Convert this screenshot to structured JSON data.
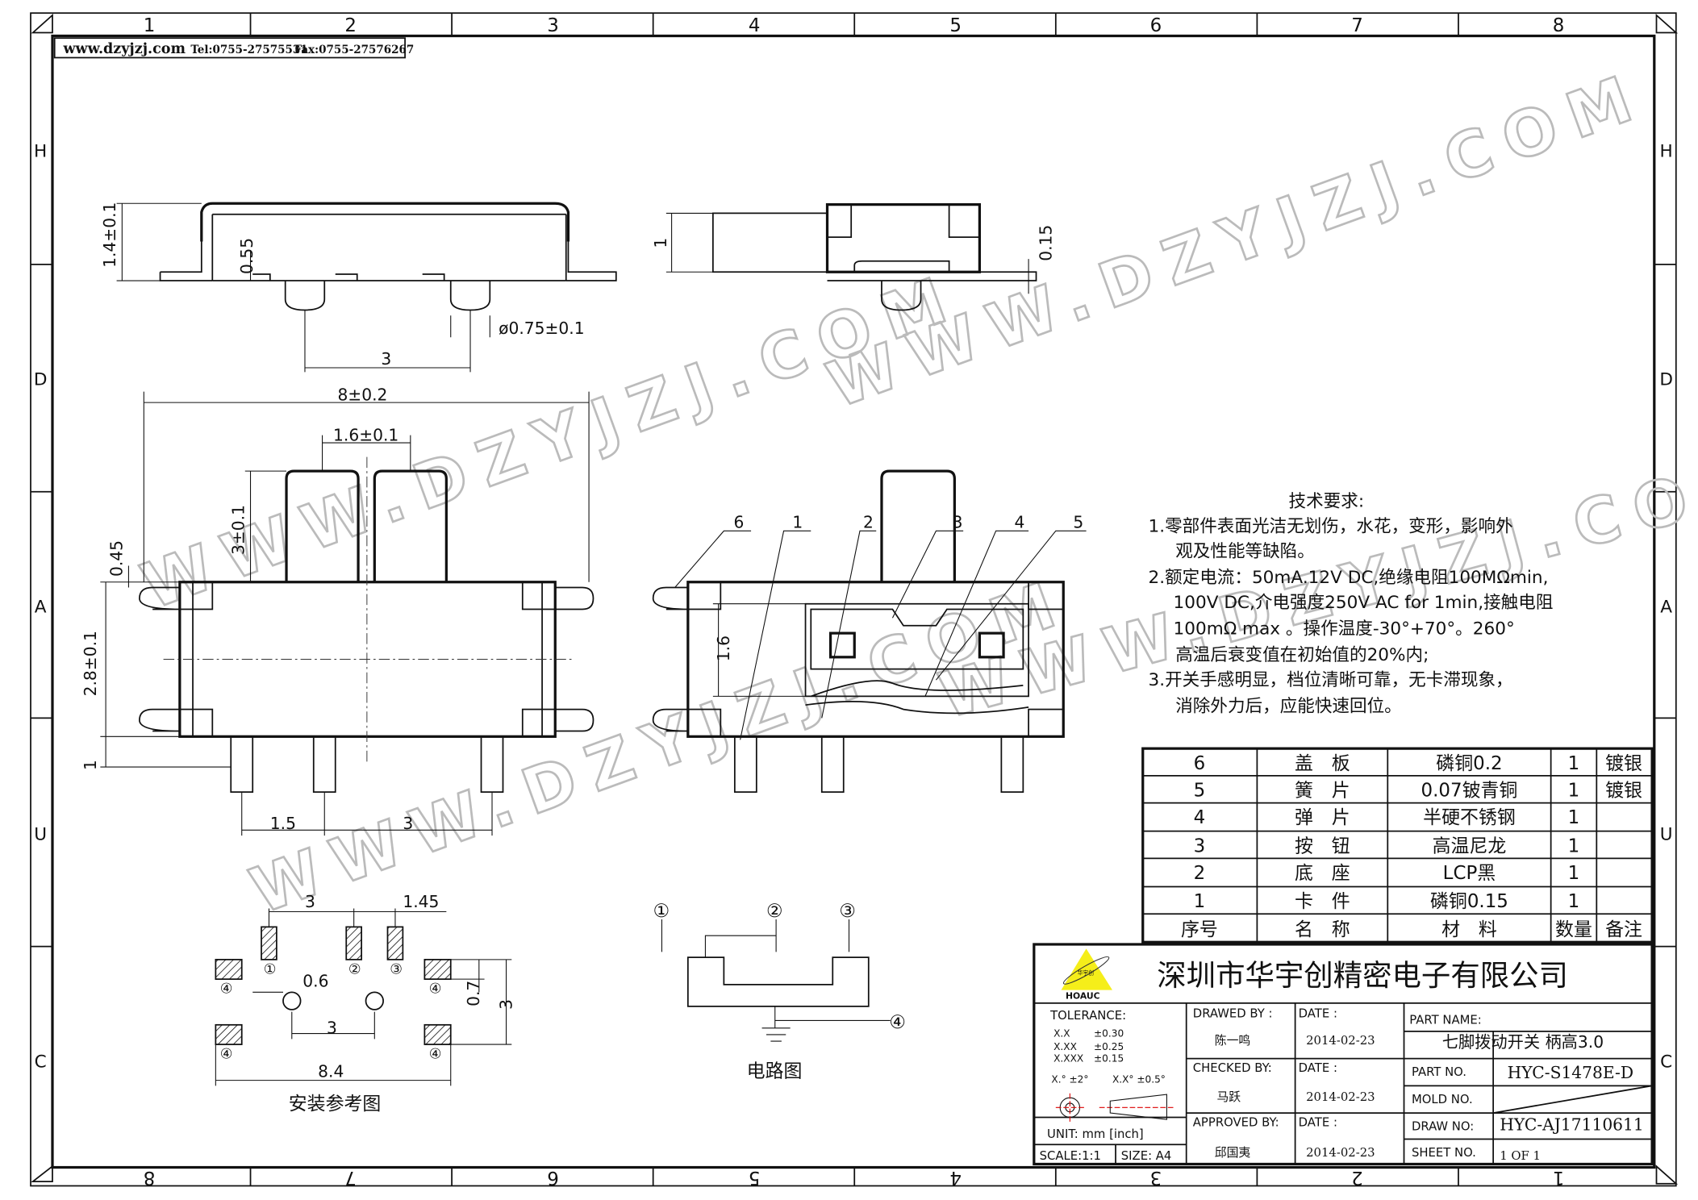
{
  "frame": {
    "columns": [
      "1",
      "2",
      "3",
      "4",
      "5",
      "6",
      "7",
      "8"
    ],
    "rows": [
      "H",
      "D",
      "A",
      "U",
      "C"
    ]
  },
  "header": {
    "website": "www.dzyjzj.com",
    "tel": "Tel:0755-27575531",
    "fax": "Fax:0755-27576267"
  },
  "watermark": "WWW.DZYJZJ.COM",
  "dimensions": {
    "top_height": "1.4±0.1",
    "top_inner": "0.55",
    "pin_dia": "ø0.75±0.1",
    "pin_spacing": "3",
    "side_height": "1",
    "side_thick": "0.15",
    "overall_width": "8±0.2",
    "knob_width": "1.6±0.1",
    "knob_height": "3±0.1",
    "lug": "0.45",
    "body_height": "2.8±0.1",
    "pin_len": "1",
    "pin_pitch1": "1.5",
    "pin_pitch2": "3",
    "section_height": "1.6"
  },
  "callouts": [
    "6",
    "1",
    "2",
    "3",
    "4",
    "5"
  ],
  "mounting": {
    "title": "安装参考图",
    "d_3": "3",
    "d_145": "1.45",
    "d_06": "0.6",
    "d_3b": "3",
    "d_07": "0.7",
    "d_3c": "3",
    "d_84": "8.4",
    "pads": [
      "①",
      "②",
      "③",
      "④"
    ]
  },
  "circuit": {
    "title": "电路图",
    "nodes": [
      "①",
      "②",
      "③",
      "④"
    ]
  },
  "tech": {
    "title": "技术要求:",
    "lines": [
      "1.零部件表面光洁无划伤，水花，变形，影响外",
      "观及性能等缺陷。",
      "2.额定电流：50mA.12V DC,绝缘电阻100MΩmin,",
      "100V DC,介电强度250V AC for 1min,接触电阻",
      "100mΩ max 。操作温度-30°+70°。260°",
      "高温后衰变值在初始值的20%内;",
      "3.开关手感明显，档位清晰可靠，无卡滞现象，",
      "消除外力后，应能快速回位。"
    ]
  },
  "bom": {
    "headers": [
      "序号",
      "名　称",
      "材　料",
      "数量",
      "备注"
    ],
    "rows": [
      [
        "6",
        "盖　板",
        "磷铜0.2",
        "1",
        "镀银"
      ],
      [
        "5",
        "簧　片",
        "0.07铍青铜",
        "1",
        "镀银"
      ],
      [
        "4",
        "弹　片",
        "半硬不锈钢",
        "1",
        ""
      ],
      [
        "3",
        "按　钮",
        "高温尼龙",
        "1",
        ""
      ],
      [
        "2",
        "底　座",
        "LCP黑",
        "1",
        ""
      ],
      [
        "1",
        "卡　件",
        "磷铜0.15",
        "1",
        ""
      ]
    ]
  },
  "title_block": {
    "company": "深圳市华宇创精密电子有限公司",
    "logo_text": "HOAUC",
    "logo_cn": "华宇创",
    "logo_color": "#f5ee1a",
    "tolerance_label": "TOLERANCE:",
    "tolerances": [
      [
        "X.X",
        "±0.30"
      ],
      [
        "X.XX",
        "±0.25"
      ],
      [
        "X.XXX",
        "±0.15"
      ]
    ],
    "angle_tol": [
      "X.° ±2°",
      "X.X° ±0.5°"
    ],
    "unit": "UNIT:  mm  [inch]",
    "scale": "SCALE:1:1",
    "size": "SIZE:  A4",
    "drawed_by_label": "DRAWED  BY :",
    "drawed_by": "陈一鸣",
    "checked_by_label": "CHECKED  BY:",
    "checked_by": "马跃",
    "approved_by_label": "APPROVED  BY:",
    "approved_by": "邱国夷",
    "date_label": "DATE  :",
    "dates": [
      "2014-02-23",
      "2014-02-23",
      "2014-02-23"
    ],
    "part_name_label": "PART  NAME:",
    "part_name": "七脚拨动开关 柄高3.0",
    "part_no_label": "PART  NO.",
    "part_no": "HYC-S1478E-D",
    "mold_no_label": "MOLD  NO.",
    "draw_no_label": "DRAW  NO:",
    "draw_no": "HYC-AJ17110611",
    "sheet_no_label": "SHEET  NO.",
    "sheet_no": "1 OF 1"
  }
}
